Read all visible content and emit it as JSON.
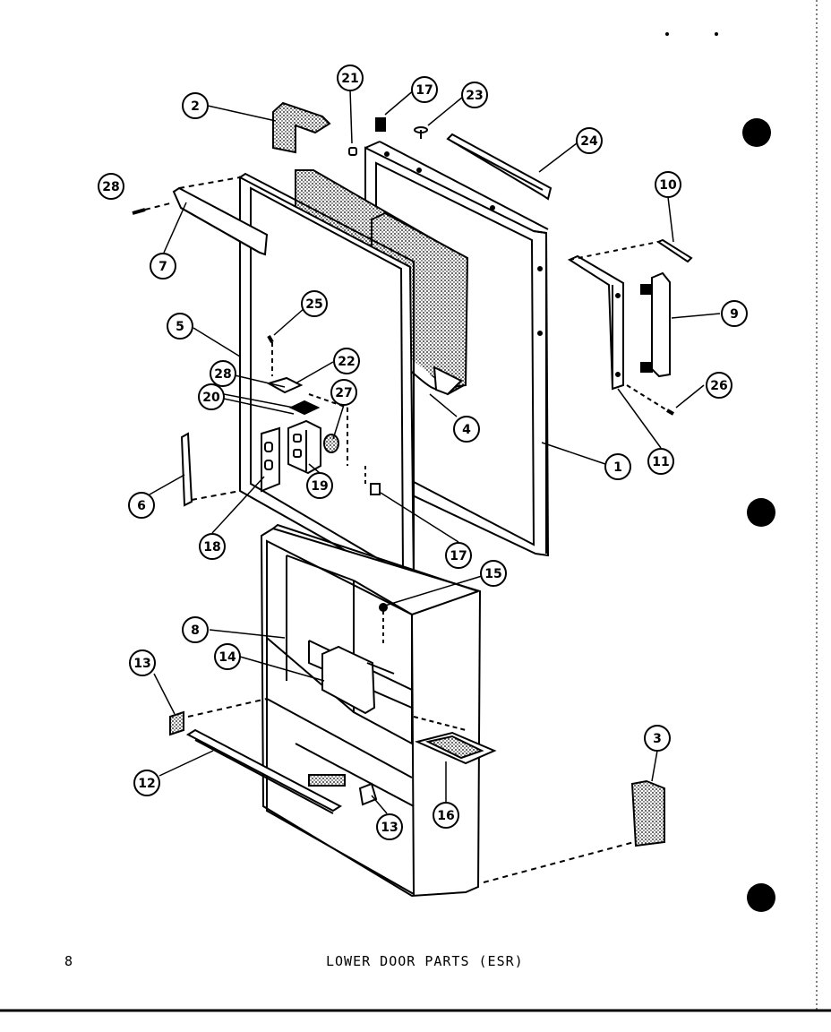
{
  "page": {
    "page_number": "8",
    "title": "LOWER DOOR PARTS (ESR)"
  },
  "callouts": [
    {
      "id": "c-2",
      "label": "2"
    },
    {
      "id": "c-21",
      "label": "21"
    },
    {
      "id": "c-17a",
      "label": "17"
    },
    {
      "id": "c-23",
      "label": "23"
    },
    {
      "id": "c-24",
      "label": "24"
    },
    {
      "id": "c-28a",
      "label": "28"
    },
    {
      "id": "c-7",
      "label": "7"
    },
    {
      "id": "c-10",
      "label": "10"
    },
    {
      "id": "c-9",
      "label": "9"
    },
    {
      "id": "c-5",
      "label": "5"
    },
    {
      "id": "c-25",
      "label": "25"
    },
    {
      "id": "c-28b",
      "label": "28"
    },
    {
      "id": "c-22",
      "label": "22"
    },
    {
      "id": "c-20",
      "label": "20"
    },
    {
      "id": "c-27",
      "label": "27"
    },
    {
      "id": "c-26",
      "label": "26"
    },
    {
      "id": "c-4",
      "label": "4"
    },
    {
      "id": "c-1",
      "label": "1"
    },
    {
      "id": "c-11",
      "label": "11"
    },
    {
      "id": "c-19",
      "label": "19"
    },
    {
      "id": "c-6",
      "label": "6"
    },
    {
      "id": "c-18",
      "label": "18"
    },
    {
      "id": "c-17b",
      "label": "17"
    },
    {
      "id": "c-15",
      "label": "15"
    },
    {
      "id": "c-8",
      "label": "8"
    },
    {
      "id": "c-14",
      "label": "14"
    },
    {
      "id": "c-13a",
      "label": "13"
    },
    {
      "id": "c-3",
      "label": "3"
    },
    {
      "id": "c-12",
      "label": "12"
    },
    {
      "id": "c-13b",
      "label": "13"
    },
    {
      "id": "c-16",
      "label": "16"
    }
  ],
  "colors": {
    "ink": "#000000",
    "paper": "#ffffff"
  }
}
